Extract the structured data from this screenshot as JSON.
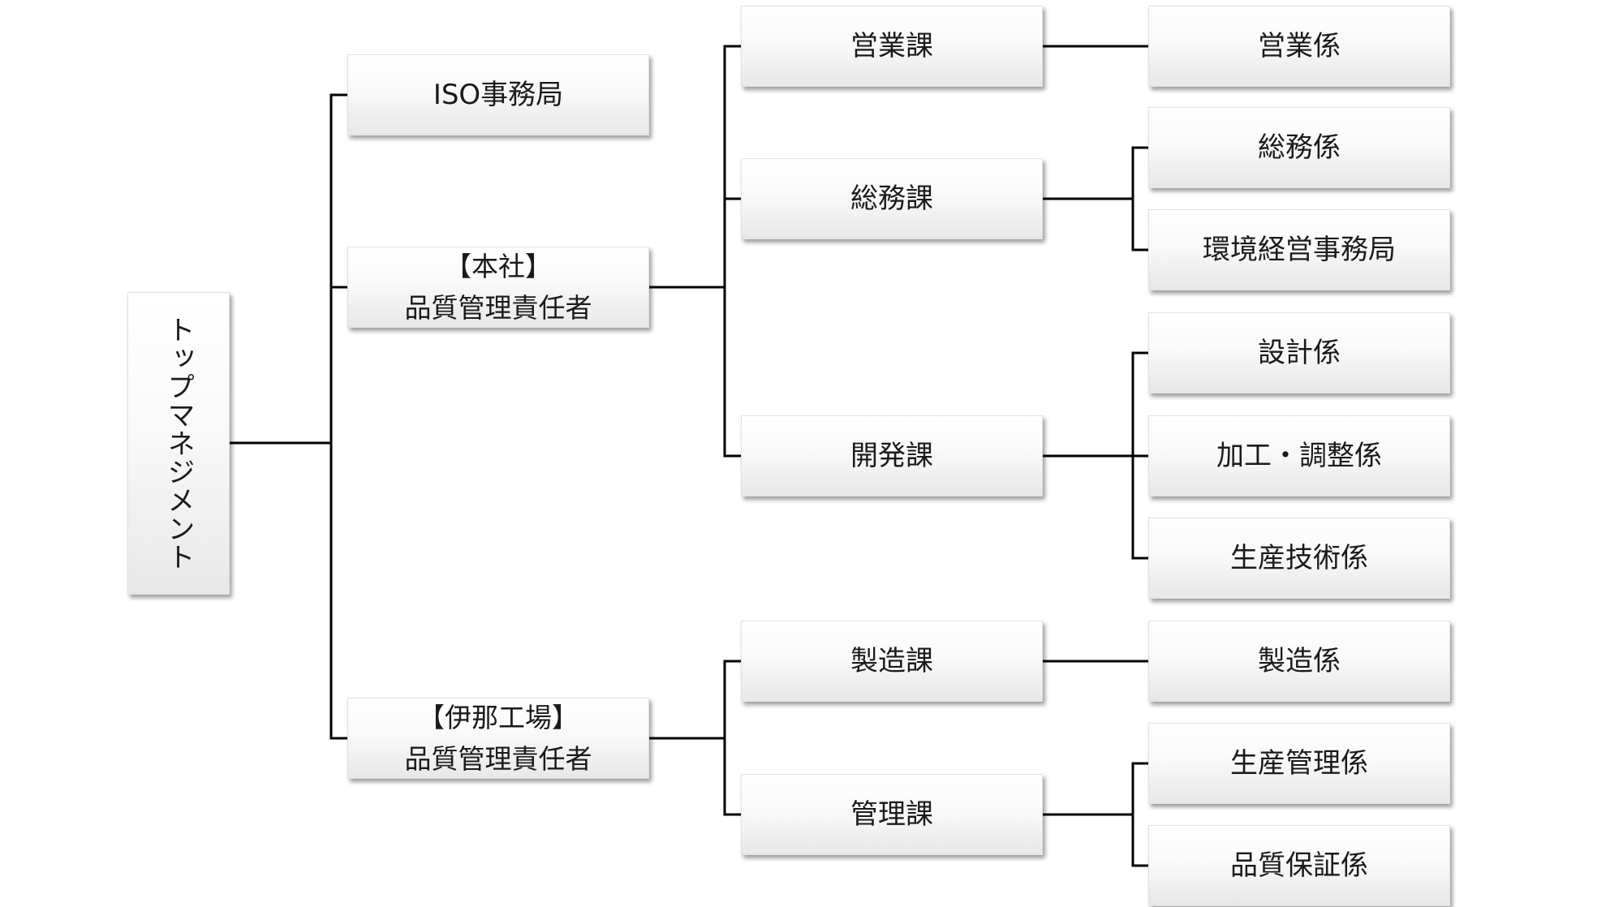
{
  "org_chart": {
    "top": {
      "label": "トップマネジメント"
    },
    "iso_office": {
      "label": "ISO事務局"
    },
    "honsha": {
      "line1": "【本社】",
      "line2": "品質管理責任者"
    },
    "ina": {
      "line1": "【伊那工場】",
      "line2": "品質管理責任者"
    },
    "sections": {
      "eigyo": "営業課",
      "somu": "総務課",
      "kaihatsu": "開発課",
      "seizo": "製造課",
      "kanri": "管理課"
    },
    "units": {
      "eigyo": "営業係",
      "somu": "総務係",
      "kankyo": "環境経営事務局",
      "sekkei": "設計係",
      "kako": "加工・調整係",
      "seisan_gijutsu": "生産技術係",
      "seizo": "製造係",
      "seisan_kanri": "生産管理係",
      "hinshitsu_hosho": "品質保証係"
    }
  }
}
